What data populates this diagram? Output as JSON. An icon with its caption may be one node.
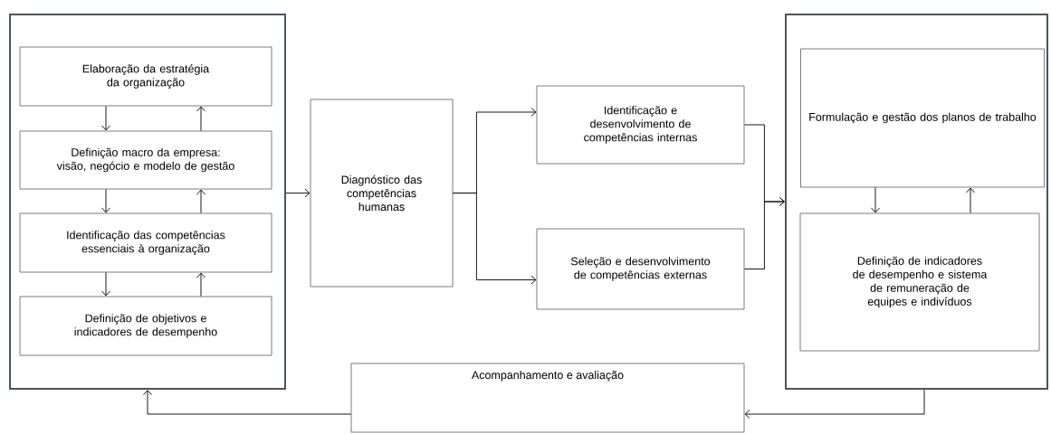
{
  "diagram": {
    "nodes": [
      {
        "text": [],
        "shape": "box"
      },
      {
        "text": [
          "Elaboração da estratégia da organização"
        ],
        "in": 0
      },
      {
        "text": [
          "Definição macro da empresa: visão, negócio e modelo de gestão"
        ],
        "in": 0
      },
      {
        "text": [
          "Identificação das competências essenciais à organização"
        ],
        "in": 0
      },
      {
        "text": [
          "Definição de objetivos e indicadores de desempenho"
        ],
        "in": 0
      },
      {
        "text": [
          "Diagnóstico das competências humanas"
        ]
      },
      {
        "text": [
          "Identificação e desenvolvimento de competências internas"
        ]
      },
      {
        "text": [
          "Seleção e desenvolvimento de competências externas"
        ]
      },
      {
        "text": [],
        "shape": "box"
      },
      {
        "text": [
          "Formulação e gestão dos planos de trabalho"
        ],
        "in": 8
      },
      {
        "text": [
          "Definição de indicadores de desempenho e sistema de remuneração de equipes e indivíduos"
        ],
        "in": 8
      },
      {
        "text": [
          "Acompanhamento e avaliação"
        ]
      }
    ],
    "edges": [
      {
        "from": 1,
        "to": 2,
        "arrow": "to"
      },
      {
        "from": 2,
        "to": 1,
        "arrow": "to"
      },
      {
        "from": 2,
        "to": 3,
        "arrow": "to"
      },
      {
        "from": 3,
        "to": 2,
        "arrow": "to"
      },
      {
        "from": 3,
        "to": 4,
        "arrow": "to"
      },
      {
        "from": 4,
        "to": 3,
        "arrow": "to"
      },
      {
        "from": 0,
        "to": 5,
        "arrow": "to"
      },
      {
        "from": 5,
        "to": 6,
        "arrow": "to"
      },
      {
        "from": 5,
        "to": 7,
        "arrow": "to"
      },
      {
        "from": 6,
        "to": 8,
        "arrow": "to"
      },
      {
        "from": 7,
        "to": 8,
        "arrow": "to"
      },
      {
        "from": 9,
        "to": 10,
        "arrow": "to"
      },
      {
        "from": 10,
        "to": 9,
        "arrow": "to"
      },
      {
        "from": 8,
        "to": 11,
        "arrow": "to"
      },
      {
        "from": 11,
        "to": 0,
        "arrow": "to"
      }
    ]
  }
}
